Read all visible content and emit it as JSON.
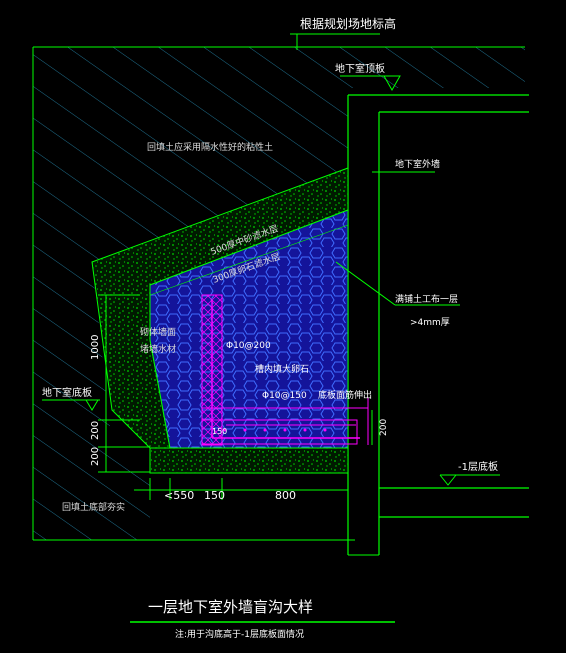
{
  "drawing": {
    "title": "一层地下室外墙盲沟大样",
    "note": "注:用于沟底高于-1层底板面情况"
  },
  "labels": {
    "grade_level": "根据规划场地标高",
    "roof_slab": "地下室顶板",
    "backfill_top": "回填土应采用隔水性好的粘性土",
    "outer_wall": "地下室外墙",
    "fine_gravel": "500厚中砂滤水层",
    "coarse_gravel": "300厚卵石滤水层",
    "geotextile": "满铺土工布一层",
    "geotextile_thickness": ">4mm厚",
    "wall_mark_1": "砌体墙面",
    "wall_mark_2": "堵墙水材",
    "rebar_vertical": "Φ10@200",
    "boulder": "槽内填大卵石",
    "rebar_horizontal": "Φ10@150",
    "pipe": "底板面筋伸出",
    "basement_floor_left": "地下室底板",
    "basement_floor_right": "-1层底板",
    "backfill_bottom": "回填土底部夯实"
  },
  "dimensions": {
    "h_1000": "1000",
    "h_200a": "200",
    "h_200b": "200",
    "h_200_right": "200",
    "w_550": "<550",
    "w_150": "150",
    "w_800": "800",
    "w_150_inner": "150"
  },
  "colors": {
    "background": "#000000",
    "boundary": "#00ff00",
    "hatch": "#1e6e8c",
    "gravel_fill": "#1a1a9c",
    "pebble": "#4a7bff",
    "concrete": "#00c000",
    "rebar": "#ff00ff",
    "text": "#ffffff"
  }
}
